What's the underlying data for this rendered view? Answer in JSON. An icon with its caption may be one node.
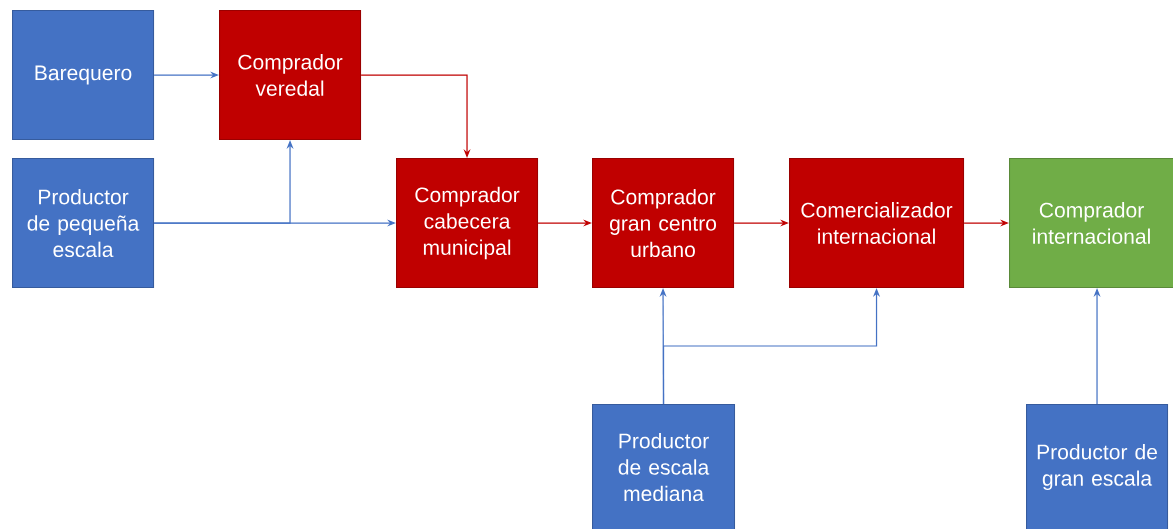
{
  "diagram": {
    "nodes": [
      {
        "text": [
          "Barequero"
        ]
      },
      {
        "text": [
          "Comprador veredal"
        ]
      },
      {
        "text": [
          "Productor de pequeña escala"
        ]
      },
      {
        "text": [
          "Comprador cabecera municipal"
        ]
      },
      {
        "text": [
          "Comprador gran centro urbano"
        ]
      },
      {
        "text": [
          "Comercializador internacional"
        ]
      },
      {
        "text": [
          "Comprador internacional"
        ]
      },
      {
        "text": [
          "Productor de escala mediana"
        ]
      },
      {
        "text": [
          "Productor de gran escala"
        ]
      }
    ],
    "edges": [
      {
        "from": 0,
        "to": 1,
        "arrow": "to"
      },
      {
        "from": 1,
        "to": 3,
        "arrow": "to",
        "color": "#c00000"
      },
      {
        "from": 2,
        "to": 1,
        "arrow": "to"
      },
      {
        "from": 2,
        "to": 3,
        "arrow": "to"
      },
      {
        "from": 3,
        "to": 4,
        "arrow": "to",
        "color": "#c00000"
      },
      {
        "from": 4,
        "to": 5,
        "arrow": "to",
        "color": "#c00000"
      },
      {
        "from": 5,
        "to": 6,
        "arrow": "to",
        "color": "#c00000"
      },
      {
        "from": 7,
        "to": 4,
        "arrow": "to"
      },
      {
        "from": 7,
        "to": 5,
        "arrow": "to"
      },
      {
        "from": 8,
        "to": 6,
        "arrow": "to"
      }
    ]
  }
}
